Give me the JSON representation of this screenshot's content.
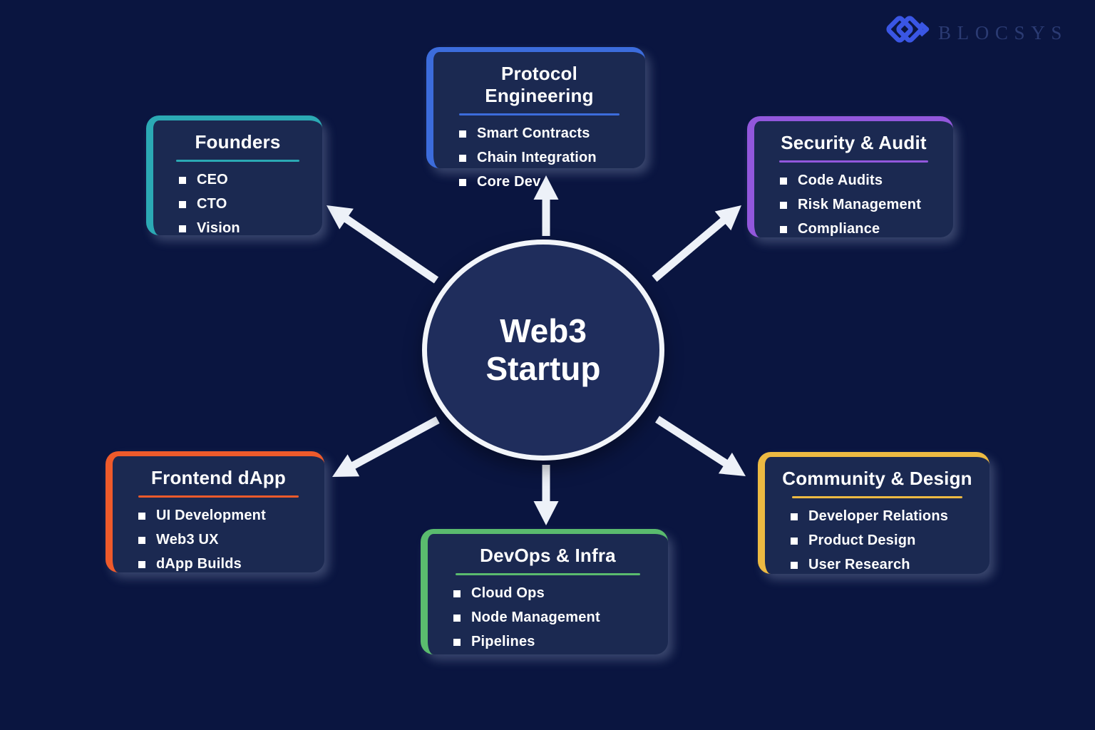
{
  "logo": {
    "brand": "BLOCSYS"
  },
  "center": {
    "title": "Web3\nStartup"
  },
  "nodes": [
    {
      "id": "founders",
      "title": "Founders",
      "accent": "#2BA9B4",
      "items": [
        "CEO",
        "CTO",
        "Vision"
      ]
    },
    {
      "id": "protocol-engineering",
      "title": "Protocol Engineering",
      "accent": "#3C6CDC",
      "items": [
        "Smart Contracts",
        "Chain Integration",
        "Core Dev"
      ]
    },
    {
      "id": "security-audit",
      "title": "Security & Audit",
      "accent": "#9257DC",
      "items": [
        "Code Audits",
        "Risk Management",
        "Compliance"
      ]
    },
    {
      "id": "frontend-dapp",
      "title": "Frontend dApp",
      "accent": "#EE5A2B",
      "items": [
        "UI Development",
        "Web3 UX",
        "dApp Builds"
      ]
    },
    {
      "id": "devops-infra",
      "title": "DevOps & Infra",
      "accent": "#5ABB6E",
      "items": [
        "Cloud Ops",
        "Node Management",
        "Pipelines"
      ]
    },
    {
      "id": "community-design",
      "title": "Community & Design",
      "accent": "#EDBA42",
      "items": [
        "Developer Relations",
        "Product Design",
        "User Research"
      ]
    }
  ],
  "colors": {
    "background": "#0A1540",
    "box_fill": "#1B2951",
    "circle_fill": "#1F2D5C",
    "circle_border": "#F2F5FA",
    "arrow": "#EDF1F8",
    "text": "#FFFFFF",
    "logo_icon": "#3A56E4",
    "logo_text": "#2B3B73"
  }
}
